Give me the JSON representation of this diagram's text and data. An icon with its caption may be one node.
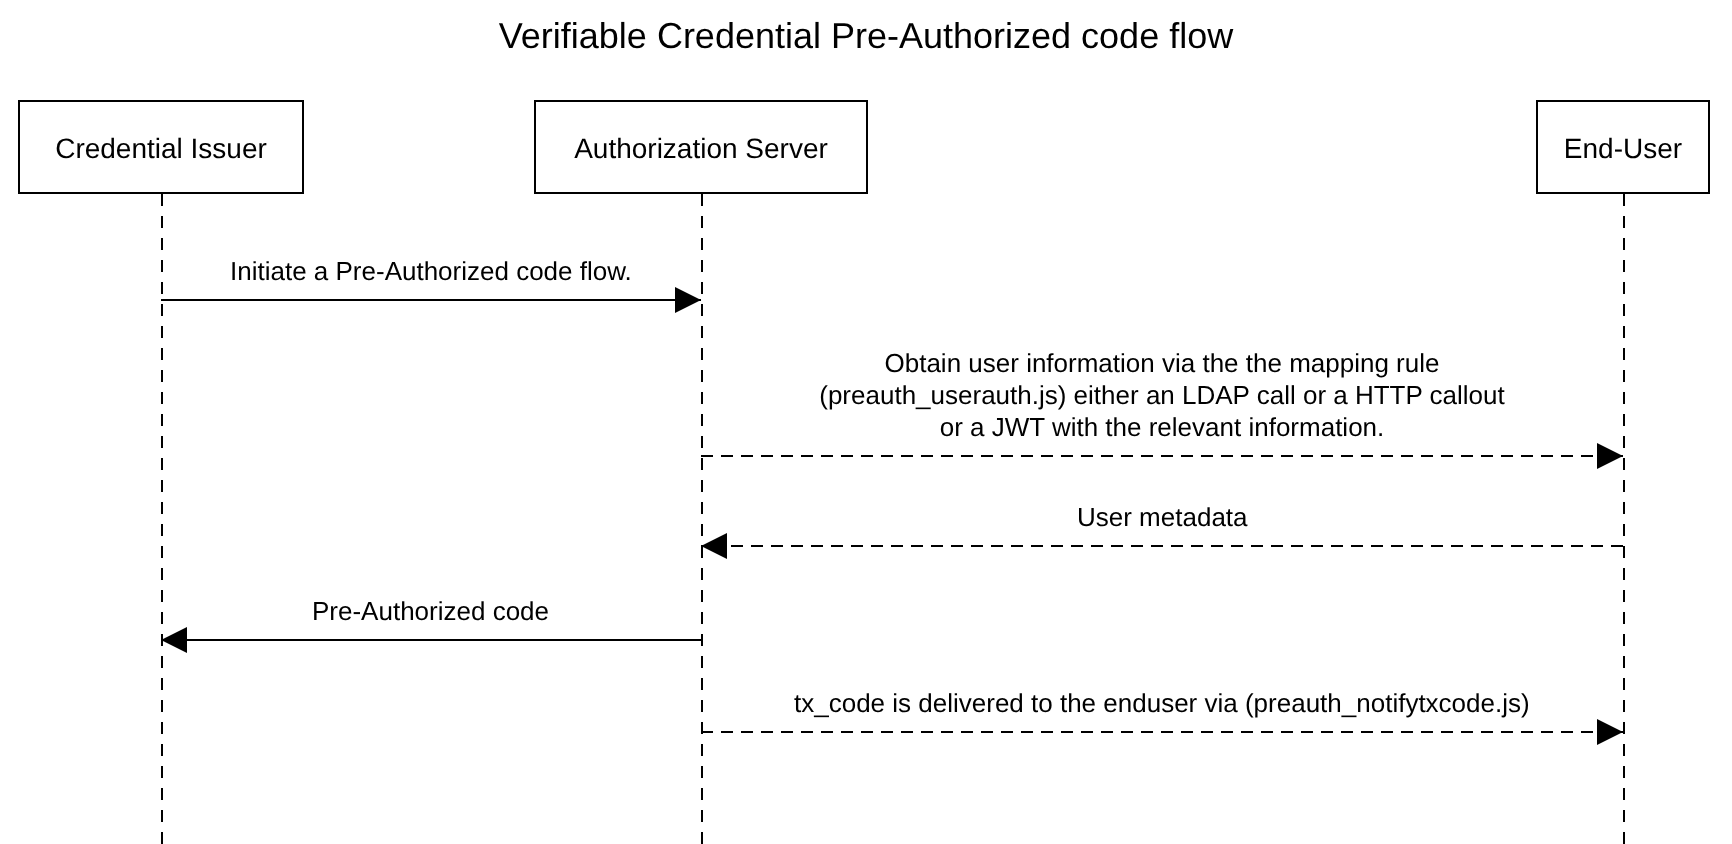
{
  "diagram": {
    "title": "Verifiable Credential Pre-Authorized code flow",
    "nodes": [
      {
        "text": [
          "Credential Issuer"
        ]
      },
      {
        "text": [
          "Authorization Server"
        ]
      },
      {
        "text": [
          "End-User"
        ]
      }
    ],
    "edges": [
      {
        "from": 0,
        "to": 1,
        "arrow": "to",
        "label": "Initiate a Pre-Authorized code flow."
      },
      {
        "from": 1,
        "to": 2,
        "arrow": "to",
        "label": "Obtain user information via the the mapping rule (preauth_userauth.js) either an LDAP call or a HTTP callout or a JWT with the relevant information.",
        "style": "dashed"
      },
      {
        "from": 2,
        "to": 1,
        "arrow": "to",
        "label": "User metadata",
        "style": "dashed"
      },
      {
        "from": 1,
        "to": 0,
        "arrow": "to",
        "label": "Pre-Authorized code"
      },
      {
        "from": 1,
        "to": 2,
        "arrow": "to",
        "label": "tx_code is delivered to the enduser via (preauth_notifytxcode.js)",
        "style": "dashed"
      }
    ]
  }
}
